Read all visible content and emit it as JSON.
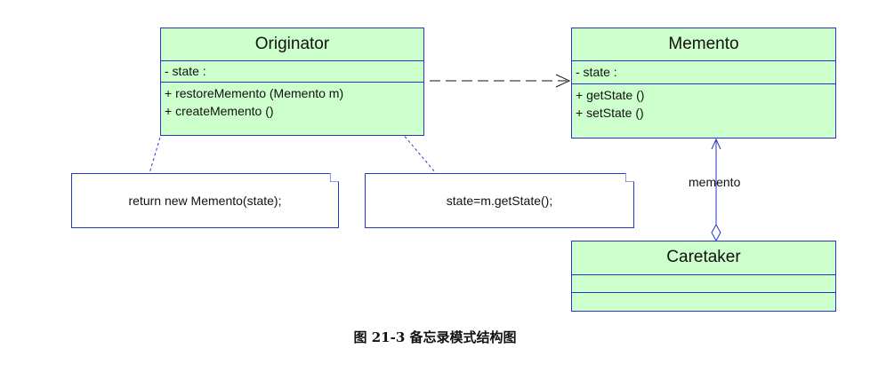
{
  "originator": {
    "name": "Originator",
    "attributes": [
      "- state :"
    ],
    "operations": [
      "+ restoreMemento (Memento m)",
      "+ createMemento ()"
    ]
  },
  "memento": {
    "name": "Memento",
    "attributes": [
      "- state :"
    ],
    "operations": [
      "+ getState ()",
      "+ setState ()"
    ]
  },
  "caretaker": {
    "name": "Caretaker"
  },
  "notes": {
    "create": "return new Memento(state);",
    "restore": "state=m.getState();"
  },
  "association_label": "memento",
  "caption": "图 21-3  备忘录模式结构图",
  "colors": {
    "class_fill": "#ccffcc",
    "border": "#2a35c8"
  }
}
